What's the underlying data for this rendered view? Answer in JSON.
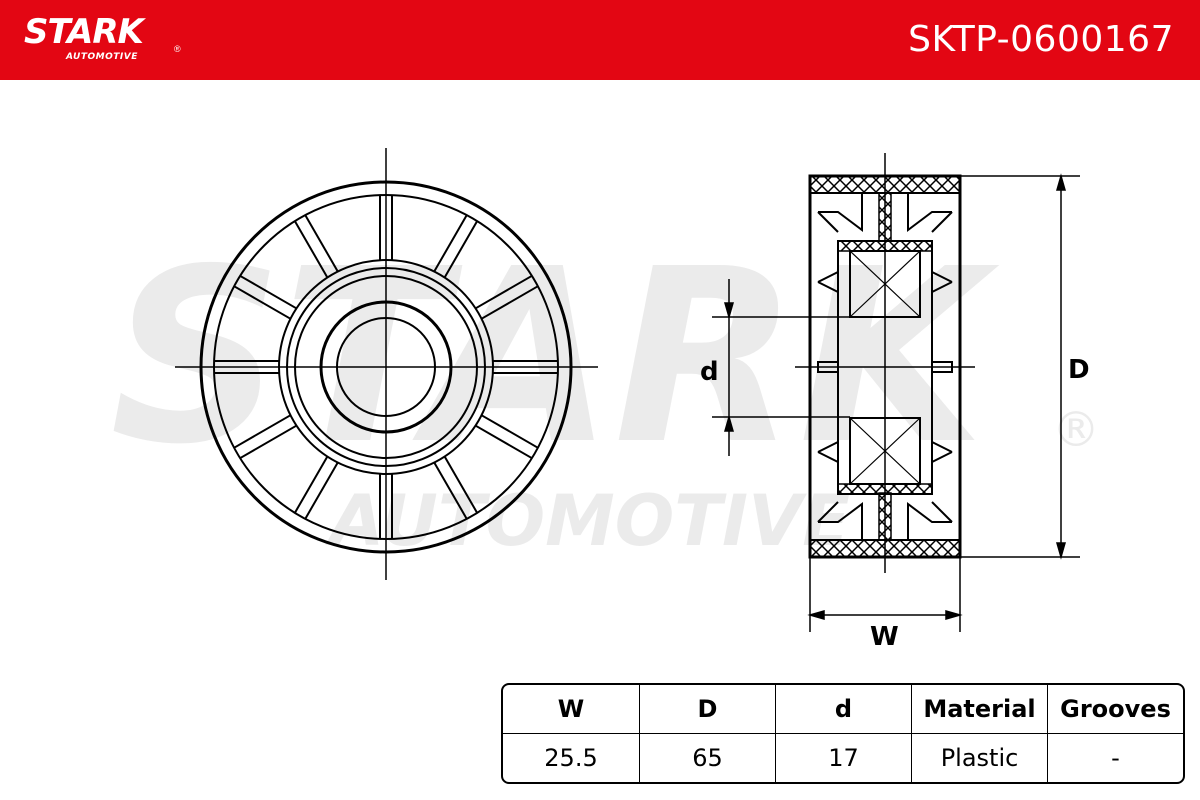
{
  "header": {
    "brand": "STARK",
    "brand_sub": "AUTOMOTIVE",
    "registered_mark": "®",
    "part_number": "SKTP-0600167",
    "color": "#e30613"
  },
  "watermark": {
    "brand": "STARK",
    "brand_sub": "AUTOMOTIVE",
    "registered_mark": "®"
  },
  "drawing": {
    "labels": {
      "inner_diameter": "d",
      "outer_diameter": "D",
      "width": "W"
    }
  },
  "specs": {
    "headers": [
      "W",
      "D",
      "d",
      "Material",
      "Grooves"
    ],
    "values": [
      "25.5",
      "65",
      "17",
      "Plastic",
      "-"
    ]
  }
}
